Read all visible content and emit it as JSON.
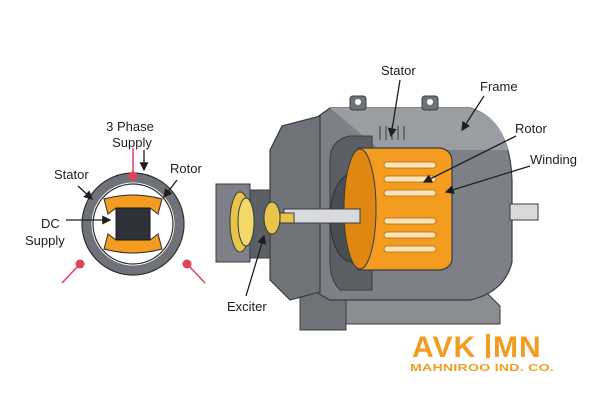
{
  "schematic": {
    "phase_label_line1": "3 Phase",
    "phase_label_line2": "Supply",
    "stator_label": "Stator",
    "rotor_label": "Rotor",
    "dc_label_line1": "DC",
    "dc_label_line2": "Supply"
  },
  "motor": {
    "stator_label": "Stator",
    "frame_label": "Frame",
    "rotor_label": "Rotor",
    "winding_label": "Winding",
    "exciter_label": "Exciter"
  },
  "logo": {
    "main_left": "AVK",
    "main_right": "MN",
    "sub": "MAHNIROO IND. CO."
  },
  "colors": {
    "orange": "#f39c1f",
    "gray": "#7d8086",
    "dark_gray": "#5c5f64",
    "gold": "#e8c54a",
    "marker": "#e0405a"
  }
}
